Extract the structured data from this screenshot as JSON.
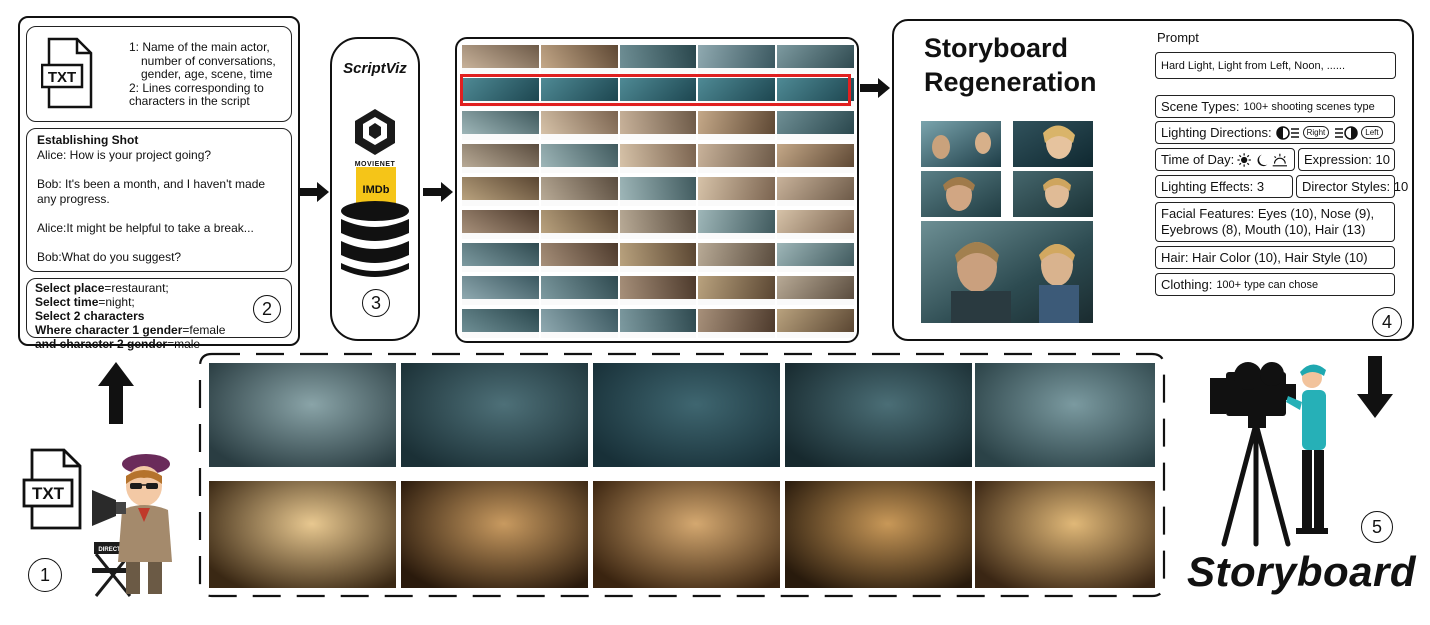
{
  "panel2": {
    "doc_label": "TXT",
    "info_lines": [
      "1: Name of the main actor,",
      "number of conversations,",
      "gender, age, scene, time",
      "2: Lines corresponding to",
      "characters in the script"
    ],
    "script_heading": "Establishing Shot",
    "script_lines": [
      "Alice: How is your project going?",
      "",
      "Bob: It's been a month, and I haven't made",
      "any progress.",
      "",
      "Alice:It might be helpful to take a break...",
      "",
      "Bob:What do you suggest?"
    ],
    "query": [
      {
        "bold": "Select place",
        "rest": "=restaurant;"
      },
      {
        "bold": "Select time",
        "rest": "=night;"
      },
      {
        "bold": "Select 2 characters",
        "rest": ""
      },
      {
        "bold": "Where character 1 gender",
        "rest": "=female"
      },
      {
        "bold": "and character 2 gender",
        "rest": "=male"
      }
    ],
    "step": "2"
  },
  "panel3": {
    "title": "ScriptViz",
    "movienet_label": "MOVIENET",
    "imdb_label": "IMDb",
    "step": "3"
  },
  "panel4": {
    "title_line1": "Storyboard",
    "title_line2": "Regeneration",
    "prompt_label": "Prompt",
    "prompt_value": "Hard Light, Light from Left, Noon, ......",
    "scene_types_label": "Scene Types:",
    "scene_types_value": "100+ shooting scenes type",
    "lighting_dir_label": "Lighting Directions:",
    "right_pill": "Right",
    "left_pill": "Left",
    "time_of_day_label": "Time of Day:",
    "expression": "Expression: 10",
    "lighting_effects": "Lighting Effects: 3",
    "director_styles": "Director Styles: 10",
    "facial_line1": "Facial Features: Eyes (10), Nose (9),",
    "facial_line2": "Eyebrows (8), Mouth (10), Hair (13)",
    "hair": "Hair: Hair Color (10), Hair Style (10)",
    "clothing_label": "Clothing:",
    "clothing_value": "100+ type can chose",
    "step": "4"
  },
  "left_bottom": {
    "doc_label": "TXT",
    "chair_label": "DIRECTOR",
    "step": "1"
  },
  "right_bottom": {
    "step": "5",
    "storyboard_word": "Storyboard"
  },
  "colors": {
    "highlight": "#e02020",
    "imdb_yellow": "#f5c518",
    "teal_scene": "#2c6a74",
    "warm_scene": "#b07a3a"
  }
}
